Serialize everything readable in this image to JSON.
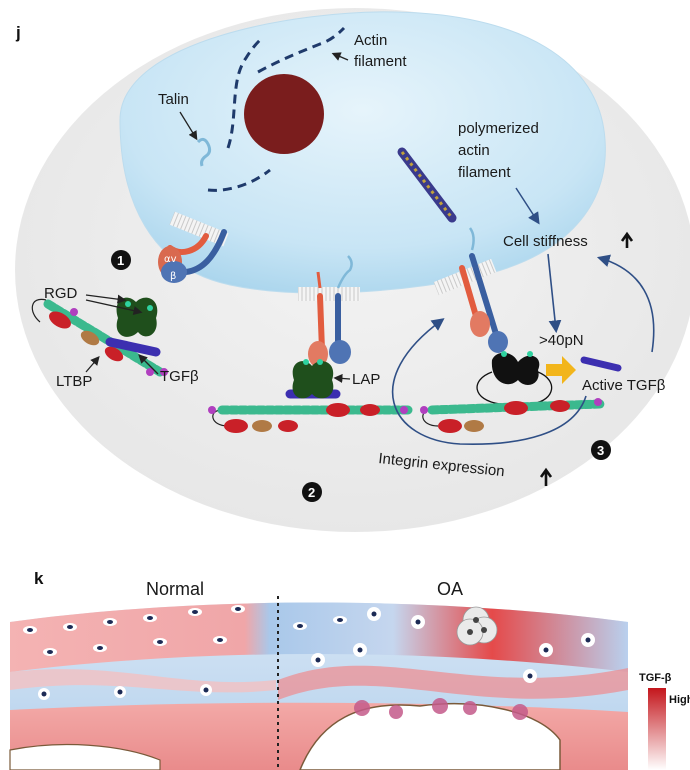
{
  "panel_j": {
    "letter": "j",
    "labels": {
      "actin_filament": [
        "Actin",
        "filament"
      ],
      "talin": "Talin",
      "polymerized_actin": [
        "polymerized",
        "actin",
        "filament"
      ],
      "cell_stiffness": "Cell stiffness",
      "rgd": "RGD",
      "tgfb": "TGFβ",
      "ltbp": "LTBP",
      "lap": "LAP",
      "force": ">40pN",
      "active_tgfb": "Active TGFβ",
      "integrin_expression": "Integrin expression"
    },
    "steps": [
      "1",
      "2",
      "3"
    ]
  },
  "panel_k": {
    "letter": "k",
    "normal": "Normal",
    "oa": "OA",
    "legend_title": "TGF-β",
    "legend_high": "High"
  },
  "colors": {
    "cell_body": "#cfe9f6",
    "nucleus": "#7a1d1d",
    "arrow_blue": "#2f4f86",
    "cartilage_red": "#e8555a",
    "cartilage_blue": "#a9c8ea",
    "force_arrow": "#f2b51b"
  }
}
